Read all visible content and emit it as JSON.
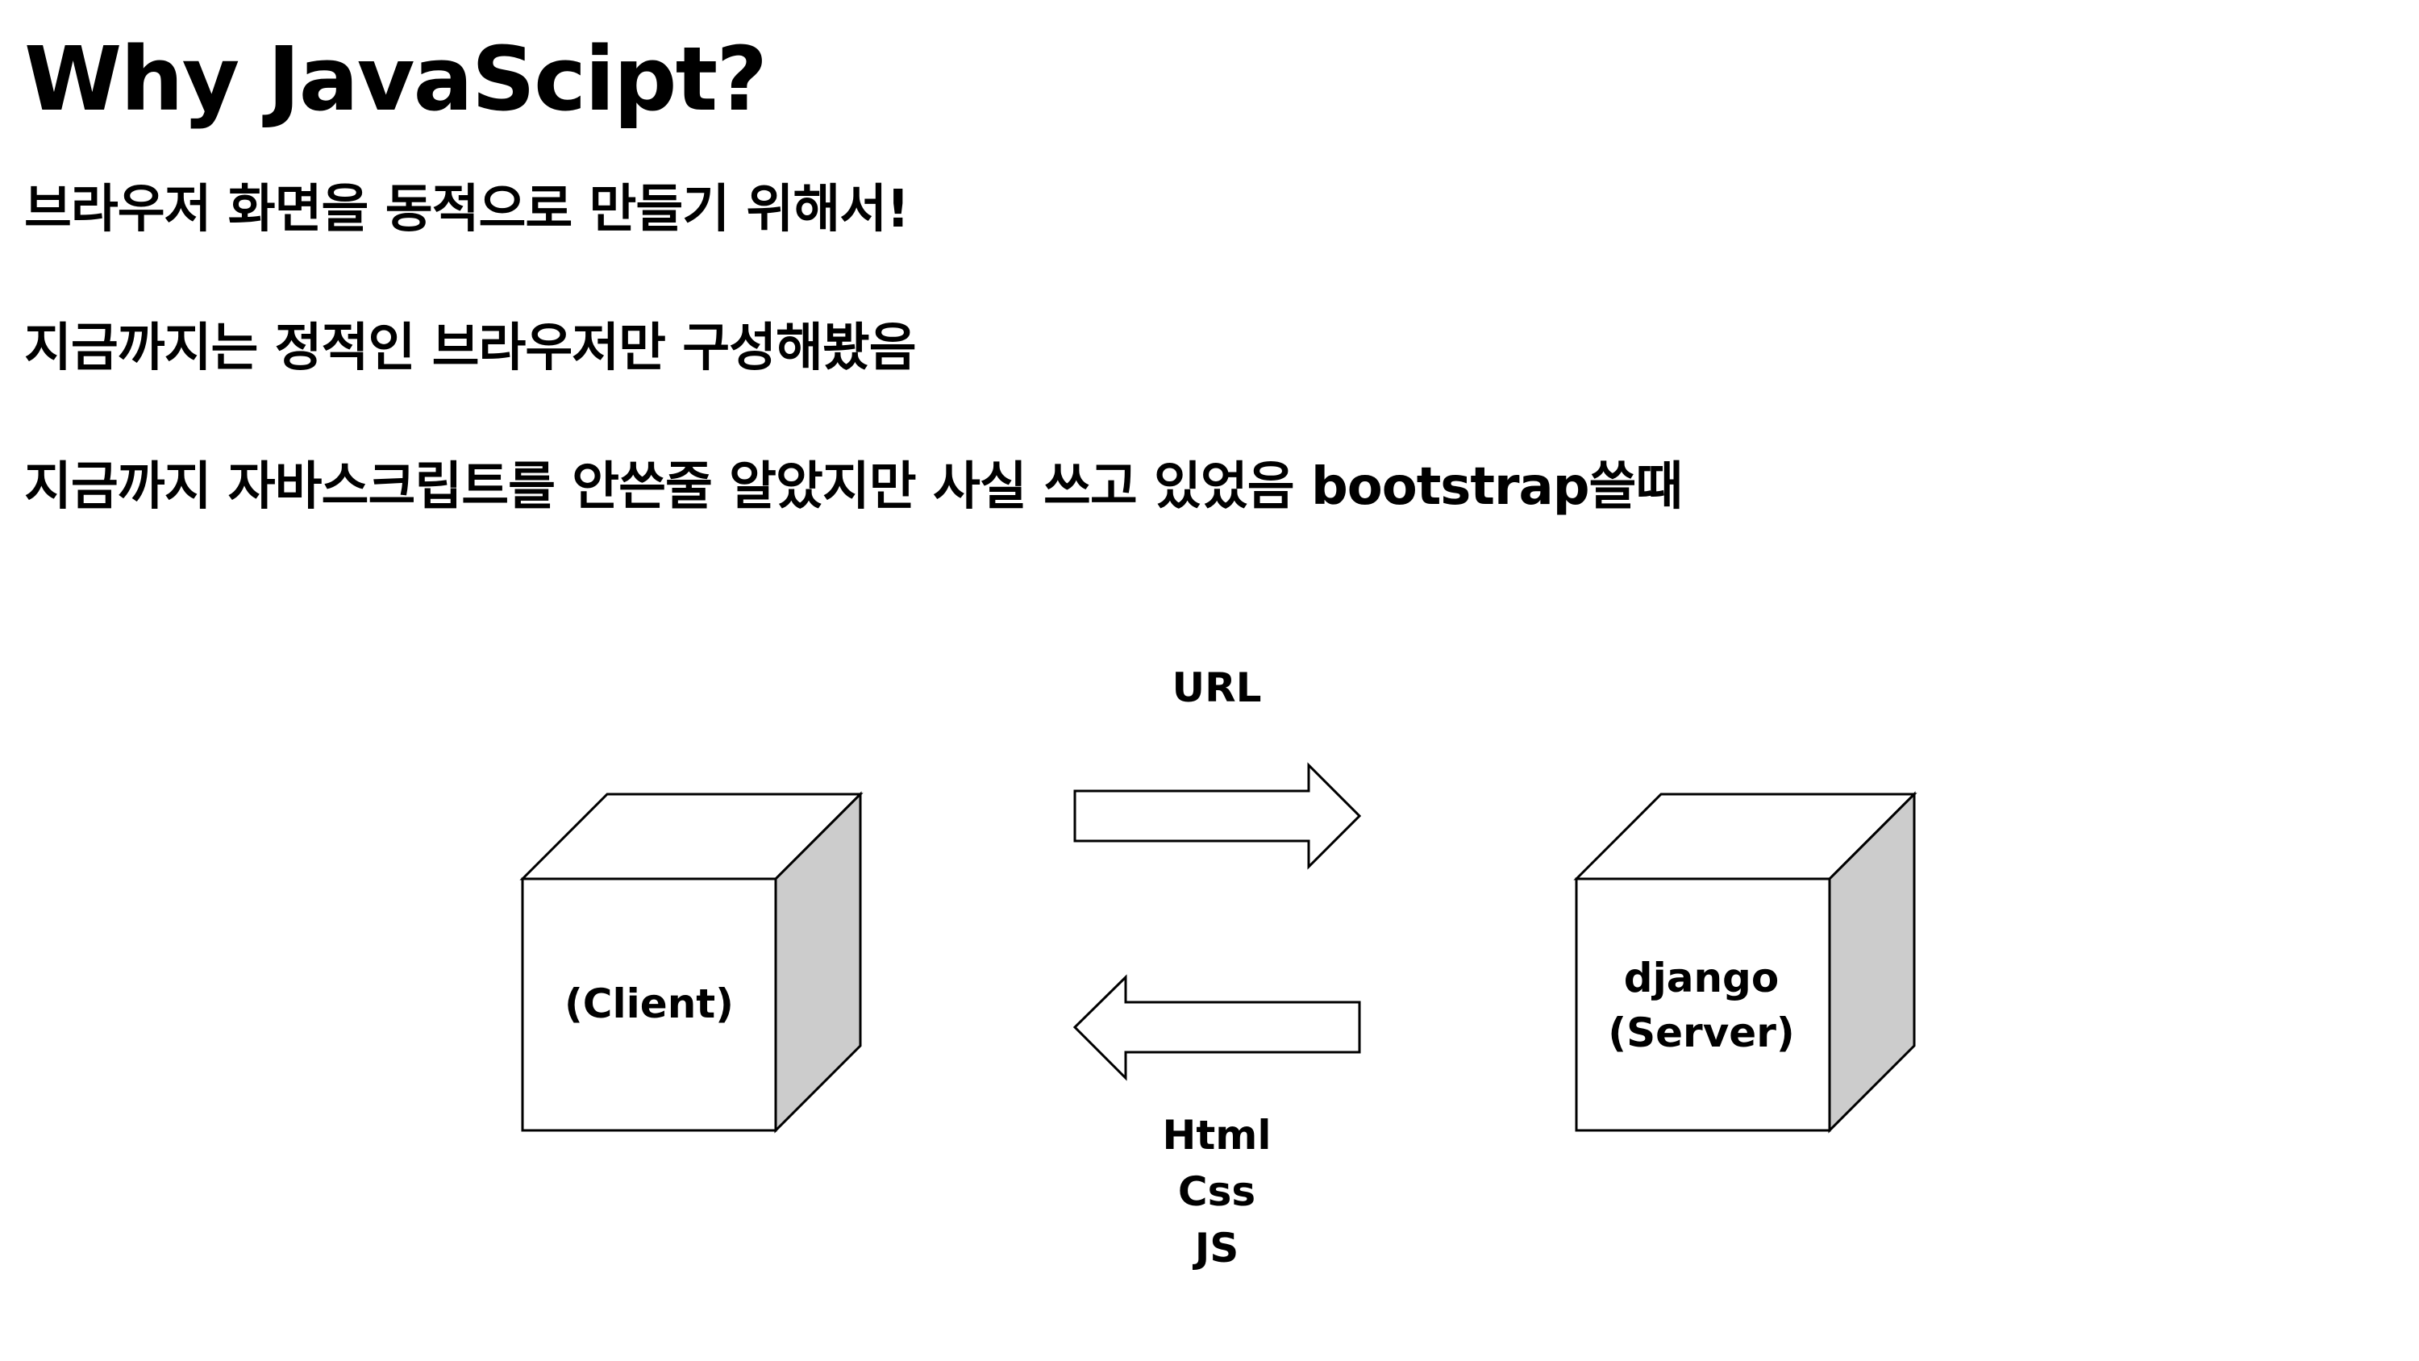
{
  "slide": {
    "title": "Why JavaScipt?",
    "lines": [
      "브라우저 화면을 동적으로 만들기 위해서!",
      "지금까지는 정적인 브라우저만 구성해봤음",
      "지금까지 자바스크립트를 안쓴줄 알았지만 사실 쓰고 있었음 bootstrap쓸때"
    ]
  },
  "diagram": {
    "client_label": "(Client)",
    "server_label_line1": "django",
    "server_label_line2": "(Server)",
    "request_label": "URL",
    "response_labels": [
      "Html",
      "Css",
      "JS"
    ],
    "colors": {
      "stroke": "#000000",
      "face_front": "#ffffff",
      "face_side": "#cccccc"
    }
  }
}
